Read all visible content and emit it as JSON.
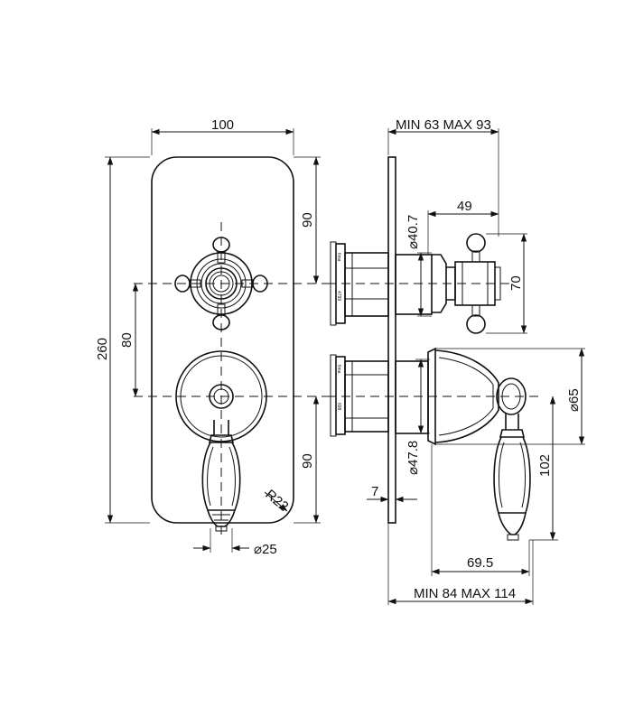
{
  "front_view": {
    "width": "100",
    "height": "260",
    "upper_to_top": "90",
    "axis_spacing": "80",
    "lower_to_bottom": "90",
    "corner_radius": "R22",
    "handle_diameter": "⌀25"
  },
  "side_view": {
    "wall_depth": "MIN 63 MAX 93",
    "overall_depth": "MIN 84 MAX 114",
    "knob_offset": "49",
    "knob_height": "70",
    "upper_diameter": "⌀40.7",
    "lower_diameter": "⌀47.8",
    "rosette_diameter": "⌀65",
    "lever_length": "102",
    "lever_reach": "69.5",
    "plate_thickness": "7",
    "brand_upper": "fima",
    "code_upper": "4799",
    "brand_lower": "fima",
    "code_lower": "698"
  }
}
